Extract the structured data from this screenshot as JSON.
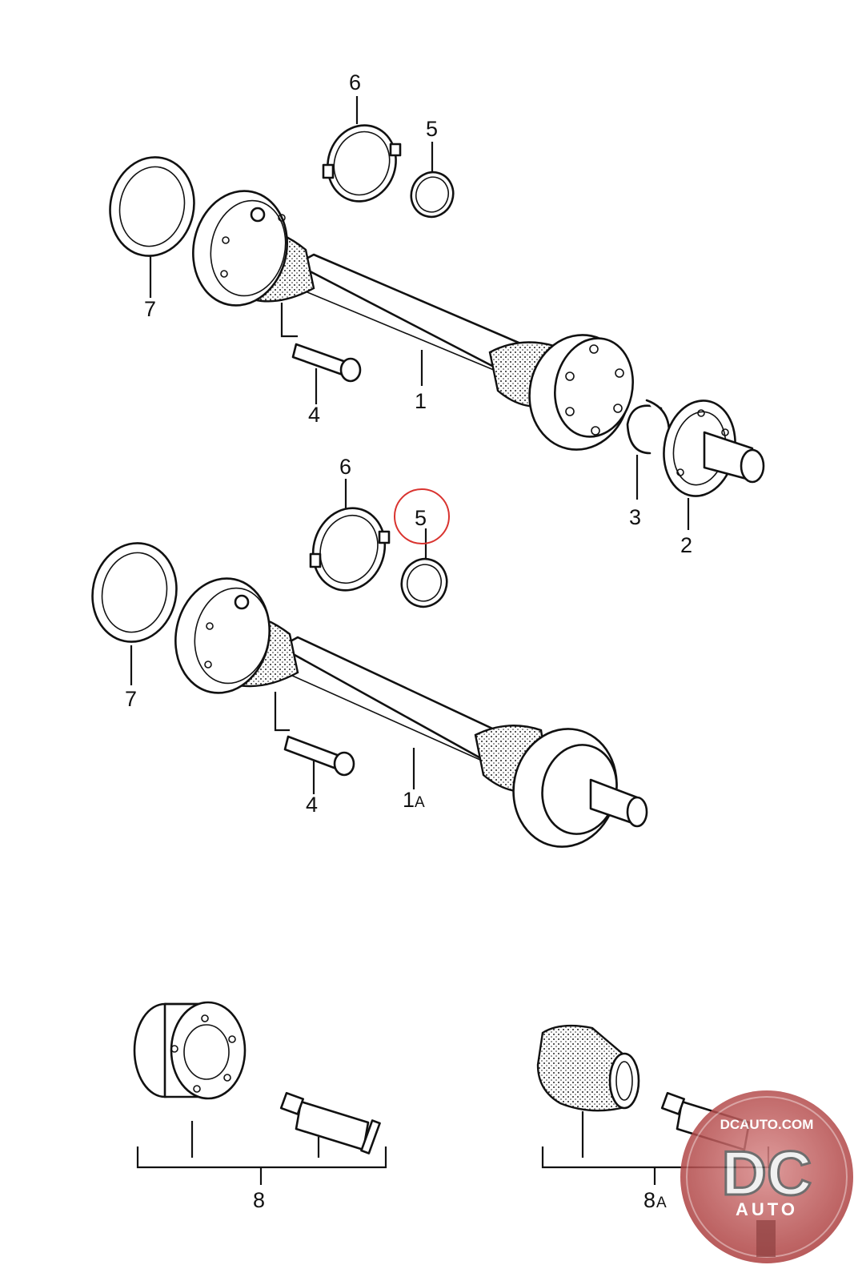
{
  "diagram": {
    "callouts": {
      "c6_top": "6",
      "c5_top": "5",
      "c7_top": "7",
      "c4_top": "4",
      "c1_top": "1",
      "c3": "3",
      "c2": "2",
      "c6_mid": "6",
      "c5_mid": "5",
      "c7_mid": "7",
      "c4_mid": "4",
      "c1a_num": "1",
      "c1a_suffix": "A",
      "c8": "8",
      "c8a_num": "8",
      "c8a_suffix": "A"
    },
    "highlight_color": "#d9332f"
  },
  "watermark": {
    "site": "DCAUTO.COM",
    "logo_letters": "DC",
    "logo_word": "AUTO",
    "badge_color": "#b23a3a"
  }
}
